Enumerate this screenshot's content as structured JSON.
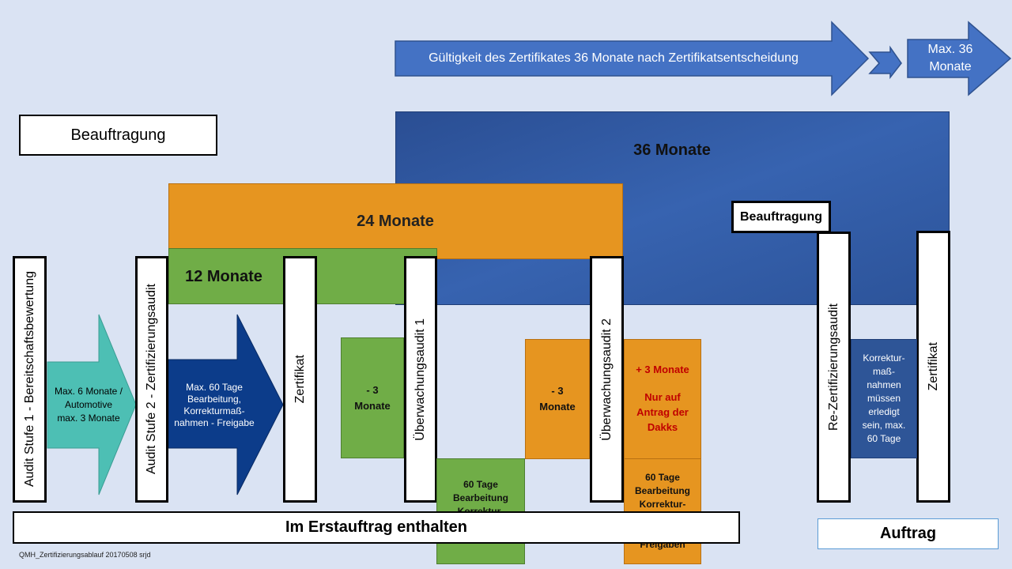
{
  "validity_arrow": {
    "label": "Gültigkeit des Zertifikates 36 Monate nach Zertifikatsentscheidung",
    "max_label": "Max. 36 Monate"
  },
  "periods": {
    "m36": "36 Monate",
    "m24": "24 Monate",
    "m12": "12 Monate"
  },
  "boxes": {
    "beauftragung_main": "Beauftragung",
    "beauftragung_re": "Beauftragung",
    "erstauftrag": "Im Erstauftrag enthalten",
    "auftrag": "Auftrag"
  },
  "stages": {
    "audit1": "Audit Stufe 1 - Bereitschaftsbewertung",
    "audit2": "Audit Stufe 2 - Zertifizierungsaudit",
    "zertifikat1": "Zertifikat",
    "ueberwachung1": "Überwachungsaudit 1",
    "ueberwachung2": "Überwachungsaudit 2",
    "rezert": "Re-Zertifizierungsaudit",
    "zertifikat2": "Zertifikat"
  },
  "notes": {
    "max6": "Max. 6 Monate / Automotive max. 3 Monate",
    "max60": "Max. 60 Tage Bearbeitung, Korrekturmaß- nahmen - Freigabe",
    "minus3_green": "- 3 Monate",
    "minus3_orange": "- 3 Monate",
    "plus3": "+ 3 Monate",
    "dakks": "Nur auf Antrag der Dakks",
    "tage60_green": "60 Tage Bearbeitung Korrektur- maßnahmen incl. Freigaben",
    "tage60_orange": "60 Tage Bearbeitung Korrektur- maßnahmen incl. Freigaben",
    "korrektur_blue": "Korrektur- maß- nahmen müssen erledigt sein, max. 60 Tage"
  },
  "footer": "QMH_Zertifizierungsablauf 20170508 srjd",
  "colors": {
    "background": "#dae3f3",
    "blue_dark": "#2e5597",
    "blue_arrow": "#4472c4",
    "orange": "#e69520",
    "green": "#70ad47",
    "teal": "#4dbfb4",
    "navy": "#0c3c8a",
    "red_text": "#c00000"
  }
}
